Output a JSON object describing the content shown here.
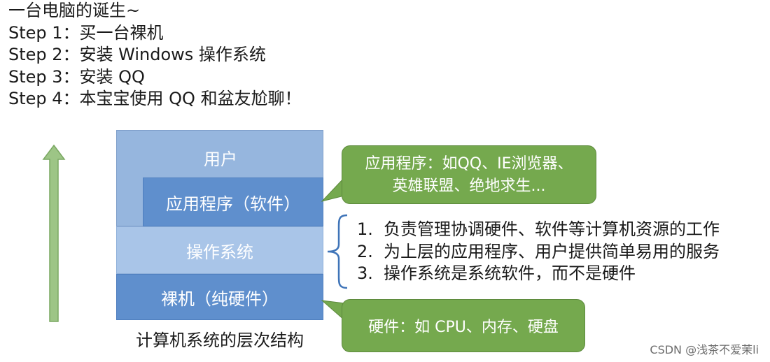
{
  "intro": {
    "title": "一台电脑的诞生~",
    "steps": [
      "Step 1：买一台裸机",
      "Step 2：安装 Windows 操作系统",
      "Step 3：安装 QQ",
      "Step 4：本宝宝使用 QQ 和盆友尬聊！"
    ]
  },
  "stack": {
    "user": "用户",
    "app": "应用程序（软件）",
    "os": "操作系统",
    "hardware": "裸机（纯硬件）",
    "caption": "计算机系统的层次结构"
  },
  "callouts": {
    "app_line1": "应用程序：如QQ、IE浏览器、",
    "app_line2": "英雄联盟、绝地求生...",
    "hardware": "硬件：如 CPU、内存、硬盘"
  },
  "duties": [
    {
      "num": "1.",
      "text": "负责管理协调硬件、软件等计算机资源的工作"
    },
    {
      "num": "2.",
      "text": "为上层的应用程序、用户提供简单易用的服务"
    },
    {
      "num": "3.",
      "text": "操作系统是系统软件，而不是硬件"
    }
  ],
  "watermark": "CSDN @浅茶不爱茉li",
  "colors": {
    "layer_dark": "#5f8fcd",
    "layer_light": "#a9c5e8",
    "layer_user": "#96b6de",
    "callout": "#75a94e",
    "arrow": "#9dc586",
    "brace": "#3f74b8"
  }
}
